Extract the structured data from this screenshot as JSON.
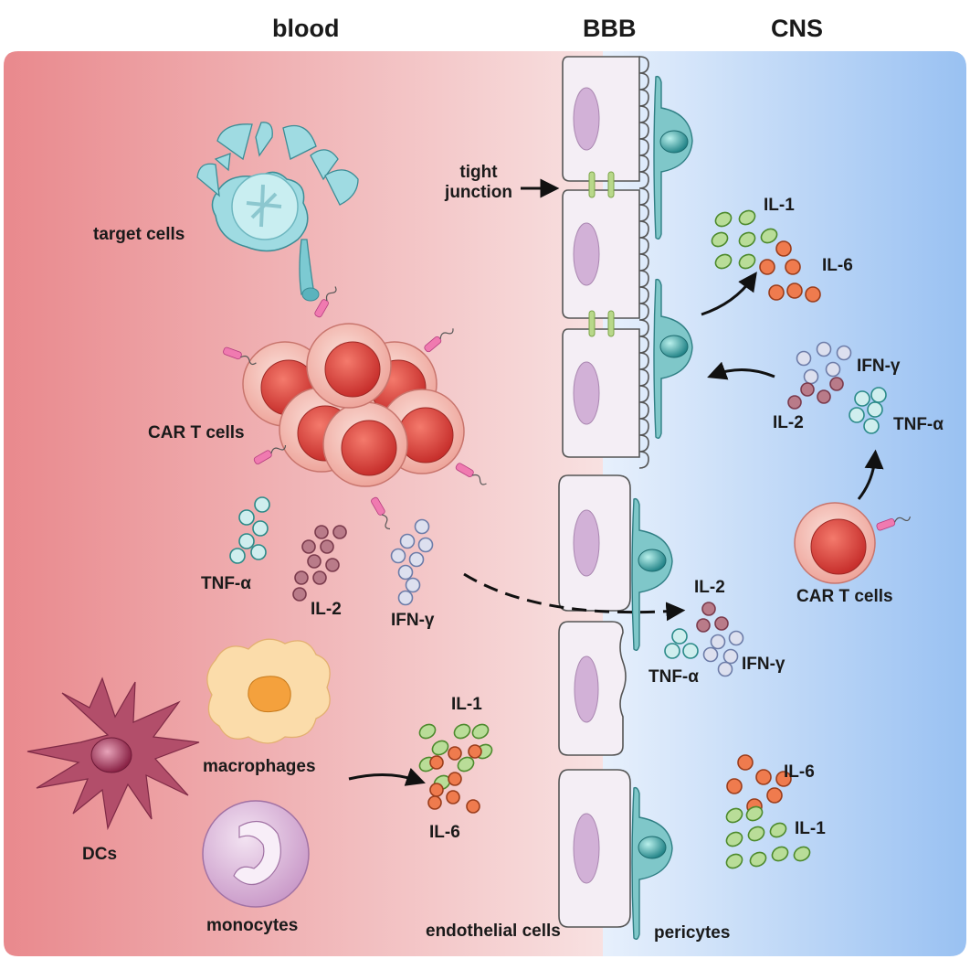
{
  "headers": {
    "blood": "blood",
    "bbb": "BBB",
    "cns": "CNS"
  },
  "labels": {
    "target_cells": "target cells",
    "car_t_cells": "CAR T cells",
    "tnf_alpha": "TNF-α",
    "il2": "IL-2",
    "ifn_gamma": "IFN-γ",
    "macrophages": "macrophages",
    "dcs": "DCs",
    "monocytes": "monocytes",
    "il1": "IL-1",
    "il6": "IL-6",
    "tight_junction": "tight\njunction",
    "endothelial_cells": "endothelial cells",
    "pericytes": "pericytes",
    "cns_il1_top": "IL-1",
    "cns_il6_top": "IL-6",
    "cns_ifn_gamma": "IFN-γ",
    "cns_il2": "IL-2",
    "cns_tnf_alpha": "TNF-α",
    "cns_car_t_cells": "CAR T cells",
    "bbb_il2": "IL-2",
    "bbb_tnf_alpha": "TNF-α",
    "bbb_ifn_gamma": "IFN-γ",
    "cns_il6_bottom": "IL-6",
    "cns_il1_bottom": "IL-1"
  },
  "colors": {
    "blood_left": "#e88b8f",
    "blood_right": "#f6dddd",
    "cns_left": "#e3eefb",
    "cns_right": "#9cc3f2",
    "endothelial": "#f4eef5",
    "nucleus": "#cfaed4",
    "pericyte": "#7fc7c9",
    "car_t": "#f0a79e",
    "car_t_nucleus": "#d9423c",
    "tnf": "#cfeeee",
    "il2": "#b97b89",
    "ifn": "#dde0ef",
    "il1": "#b9dd98",
    "il6": "#ef7b4e",
    "target": "#9fdbe2",
    "macrophage": "#fbdcaa",
    "dc": "#b24e6a",
    "monocyte": "#e2c0e0"
  }
}
